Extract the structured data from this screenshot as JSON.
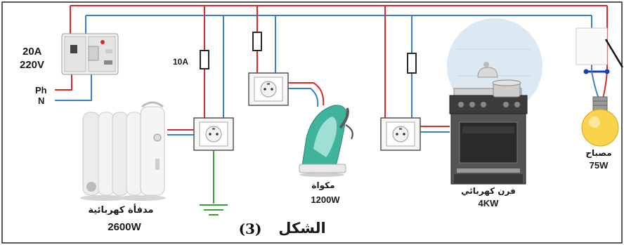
{
  "supply": {
    "current": "20A",
    "voltage": "220V",
    "phase": "Ph",
    "neutral": "N"
  },
  "fuse_rating": "10A",
  "loads": {
    "heater": {
      "name": "مدفأة كهربائية",
      "power": "2600W"
    },
    "iron": {
      "name": "مكواة",
      "power": "1200W"
    },
    "oven": {
      "name": "فرن كهربائي",
      "power": "4KW"
    },
    "lamp": {
      "name": "مصباح",
      "power": "75W"
    }
  },
  "caption": {
    "word": "الشكل",
    "number": "(3)"
  },
  "colors": {
    "phase": "#d42b2b",
    "neutral": "#3b7fc4",
    "earth": "#3a9e3a",
    "frame": "#222222"
  }
}
